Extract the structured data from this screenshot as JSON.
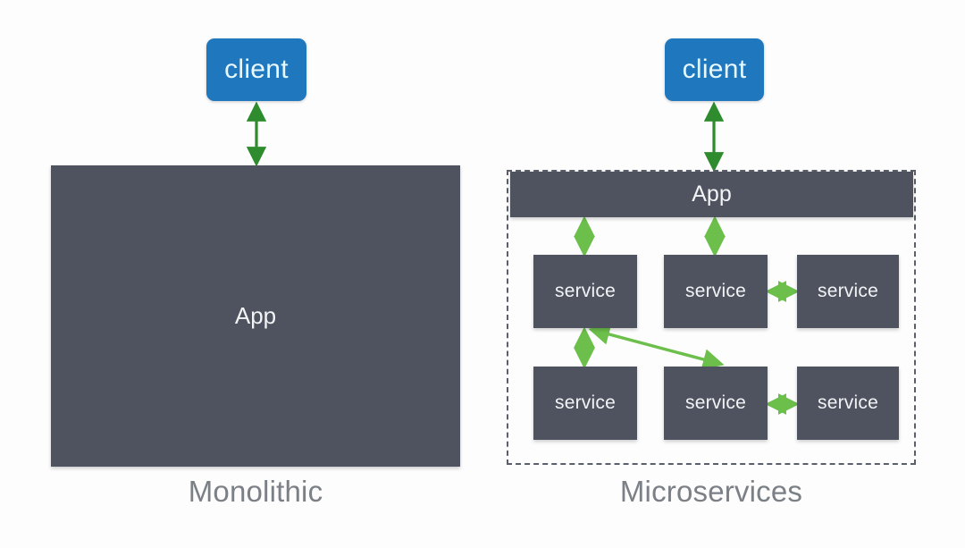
{
  "figure": {
    "background_color": "#fdfdfd",
    "caption_color": "#7b7f86",
    "box_color": "#4e535f",
    "client_color": "#1f77bd",
    "client_text_color": "#e8f8ff",
    "arrow_color_client": "#2e8b2e",
    "arrow_color_service": "#6cbf4b",
    "dashed_border_color": "#5a5f6b"
  },
  "left_panel": {
    "caption": "Monolithic",
    "client_label": "client",
    "app_label": "App",
    "connection": {
      "from": "client",
      "to": "App",
      "direction": "bidirectional"
    }
  },
  "right_panel": {
    "caption": "Microservices",
    "client_label": "client",
    "app_label": "App",
    "services": [
      {
        "label": "service",
        "row": 1,
        "col": 1
      },
      {
        "label": "service",
        "row": 1,
        "col": 2
      },
      {
        "label": "service",
        "row": 1,
        "col": 3
      },
      {
        "label": "service",
        "row": 2,
        "col": 1
      },
      {
        "label": "service",
        "row": 2,
        "col": 2
      },
      {
        "label": "service",
        "row": 2,
        "col": 3
      }
    ],
    "connections": [
      {
        "from": "client",
        "to": "App",
        "direction": "bidirectional"
      },
      {
        "from": "App",
        "to": "service-r1c1",
        "direction": "bidirectional"
      },
      {
        "from": "App",
        "to": "service-r1c2",
        "direction": "bidirectional"
      },
      {
        "from": "service-r1c2",
        "to": "service-r1c3",
        "direction": "bidirectional"
      },
      {
        "from": "service-r1c1",
        "to": "service-r2c1",
        "direction": "bidirectional"
      },
      {
        "from": "service-r1c1",
        "to": "service-r2c2",
        "direction": "bidirectional"
      },
      {
        "from": "service-r2c2",
        "to": "service-r2c3",
        "direction": "bidirectional"
      }
    ]
  }
}
